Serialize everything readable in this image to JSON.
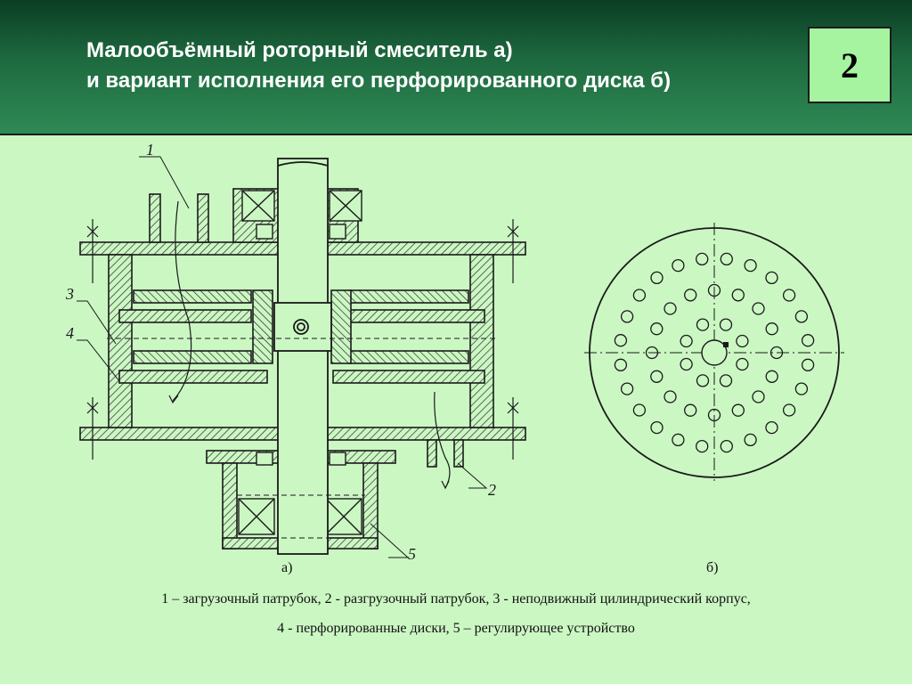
{
  "slide": {
    "title_line1": "Малообъёмный роторный смеситель а)",
    "title_line2": "и вариант исполнения его перфорированного диска б)",
    "slide_number": "2"
  },
  "figure": {
    "callouts": [
      "1",
      "2",
      "3",
      "4",
      "5"
    ],
    "caption_a": "а)",
    "caption_b": "б)",
    "legend_line1": "1 – загрузочный патрубок,  2 -  разгрузочный патрубок, 3 - неподвижный цилиндрический корпус,",
    "legend_line2": "4 - перфорированные диски, 5 – регулирующее устройство"
  },
  "colors": {
    "background": "#cbf7c3",
    "header_dark": "#0b3d23",
    "header_light": "#2f8a55",
    "number_box": "#a6f4a0",
    "hatch": "#2a2a2a"
  }
}
